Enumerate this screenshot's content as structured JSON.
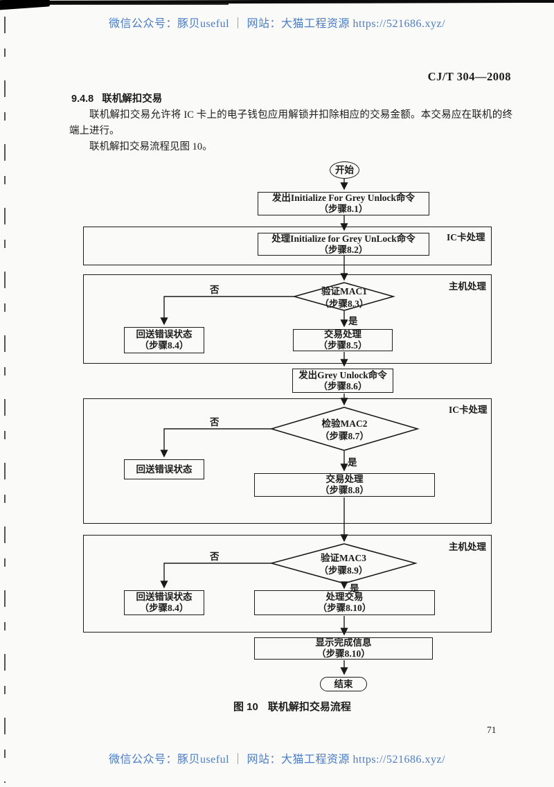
{
  "colors": {
    "watermark_blue": "#4a7cc7",
    "ink": "#1c1c1c",
    "paper": "#fafaf8"
  },
  "watermark": {
    "text": "微信公众号：豚贝useful ｜ 网站：大猫工程资源 https://521686.xyz/"
  },
  "header": {
    "doc_code": "CJ/T 304—2008"
  },
  "section": {
    "number": "9.4.8",
    "title": "联机解扣交易"
  },
  "paragraphs": {
    "p1": "联机解扣交易允许将 IC 卡上的电子钱包应用解锁并扣除相应的交易金额。本交易应在联机的终端上进行。",
    "p2": "联机解扣交易流程见图 10。"
  },
  "flowchart": {
    "terminals": {
      "start": "开始",
      "end": "结束"
    },
    "branch": {
      "yes": "是",
      "no": "否"
    },
    "lanes": {
      "lane1": "IC卡处理",
      "lane2": "主机处理",
      "lane3": "IC卡处理",
      "lane4": "主机处理"
    },
    "nodes": {
      "s81": {
        "l1": "发出Initialize For Grey Unlock命令",
        "l2": "（步骤8.1）"
      },
      "s82": {
        "l1": "处理Initialize for Grey UnLock命令",
        "l2": "（步骤8.2）"
      },
      "d83": {
        "l1": "验证MAC1",
        "l2": "（步骤8.3）"
      },
      "e84a": {
        "l1": "回送错误状态",
        "l2": "（步骤8.4）"
      },
      "s85": {
        "l1": "交易处理",
        "l2": "（步骤8.5）"
      },
      "s86": {
        "l1": "发出Grey Unlock命令",
        "l2": "（步骤8.6）"
      },
      "d87": {
        "l1": "检验MAC2",
        "l2": "（步骤8.7）"
      },
      "e84b": {
        "l1": "回送错误状态"
      },
      "s88": {
        "l1": "交易处理",
        "l2": "（步骤8.8）"
      },
      "d89": {
        "l1": "验证MAC3",
        "l2": "（步骤8.9）"
      },
      "e84c": {
        "l1": "回送错误状态",
        "l2": "（步骤8.4）"
      },
      "s810": {
        "l1": "处理交易",
        "l2": "（步骤8.10）"
      },
      "s811": {
        "l1": "显示完成信息",
        "l2": "（步骤8.10）"
      }
    }
  },
  "figure": {
    "caption_prefix": "图 10",
    "caption_title": "联机解扣交易流程"
  },
  "page_number": "71"
}
